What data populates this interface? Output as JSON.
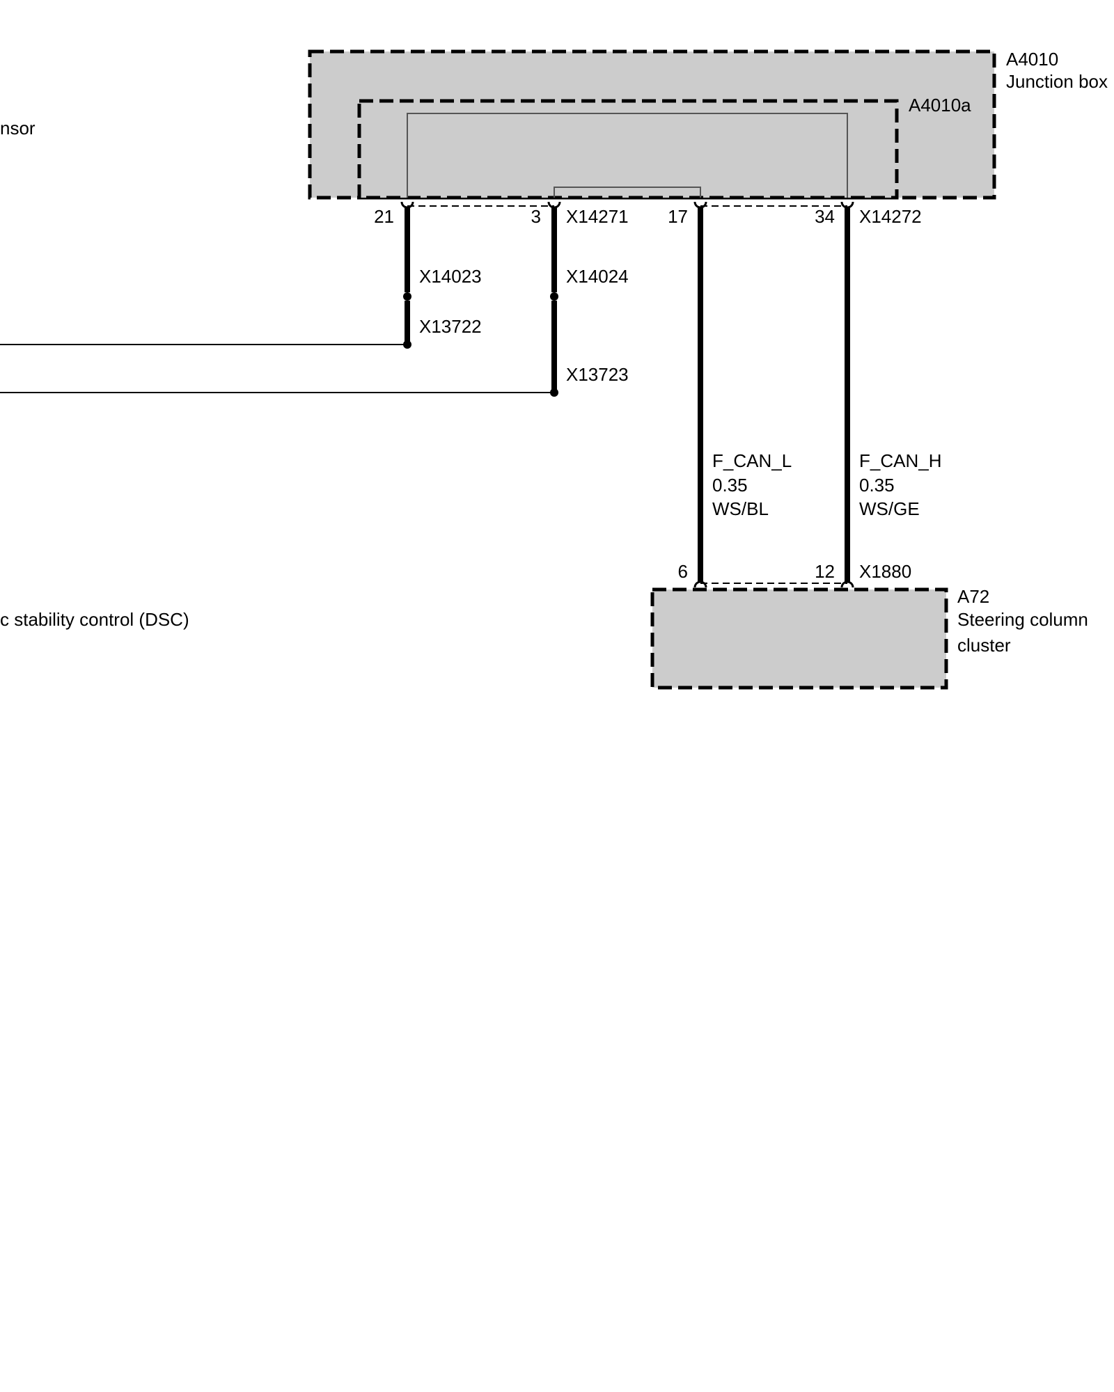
{
  "components": {
    "junction_box": {
      "id": "A4010",
      "name": "Junction box"
    },
    "junction_box_sub": {
      "id": "A4010a"
    },
    "steering_column": {
      "id": "A72",
      "name_line1": "Steering column",
      "name_line2": "cluster"
    },
    "left_partial_1": "nsor",
    "left_partial_2": "c stability control (DSC)"
  },
  "connectors": {
    "x14271": "X14271",
    "x14272": "X14272",
    "x14023": "X14023",
    "x14024": "X14024",
    "x13722": "X13722",
    "x13723": "X13723",
    "x1880": "X1880"
  },
  "pins": {
    "p21": "21",
    "p3": "3",
    "p17": "17",
    "p34": "34",
    "p6": "6",
    "p12": "12"
  },
  "wires": [
    {
      "signal": "F_CAN_L",
      "gauge": "0.35",
      "color": "WS/BL"
    },
    {
      "signal": "F_CAN_H",
      "gauge": "0.35",
      "color": "WS/GE"
    }
  ],
  "colors": {
    "box_fill": "#cccccc",
    "line": "#000000",
    "inner_wire": "#555555"
  }
}
